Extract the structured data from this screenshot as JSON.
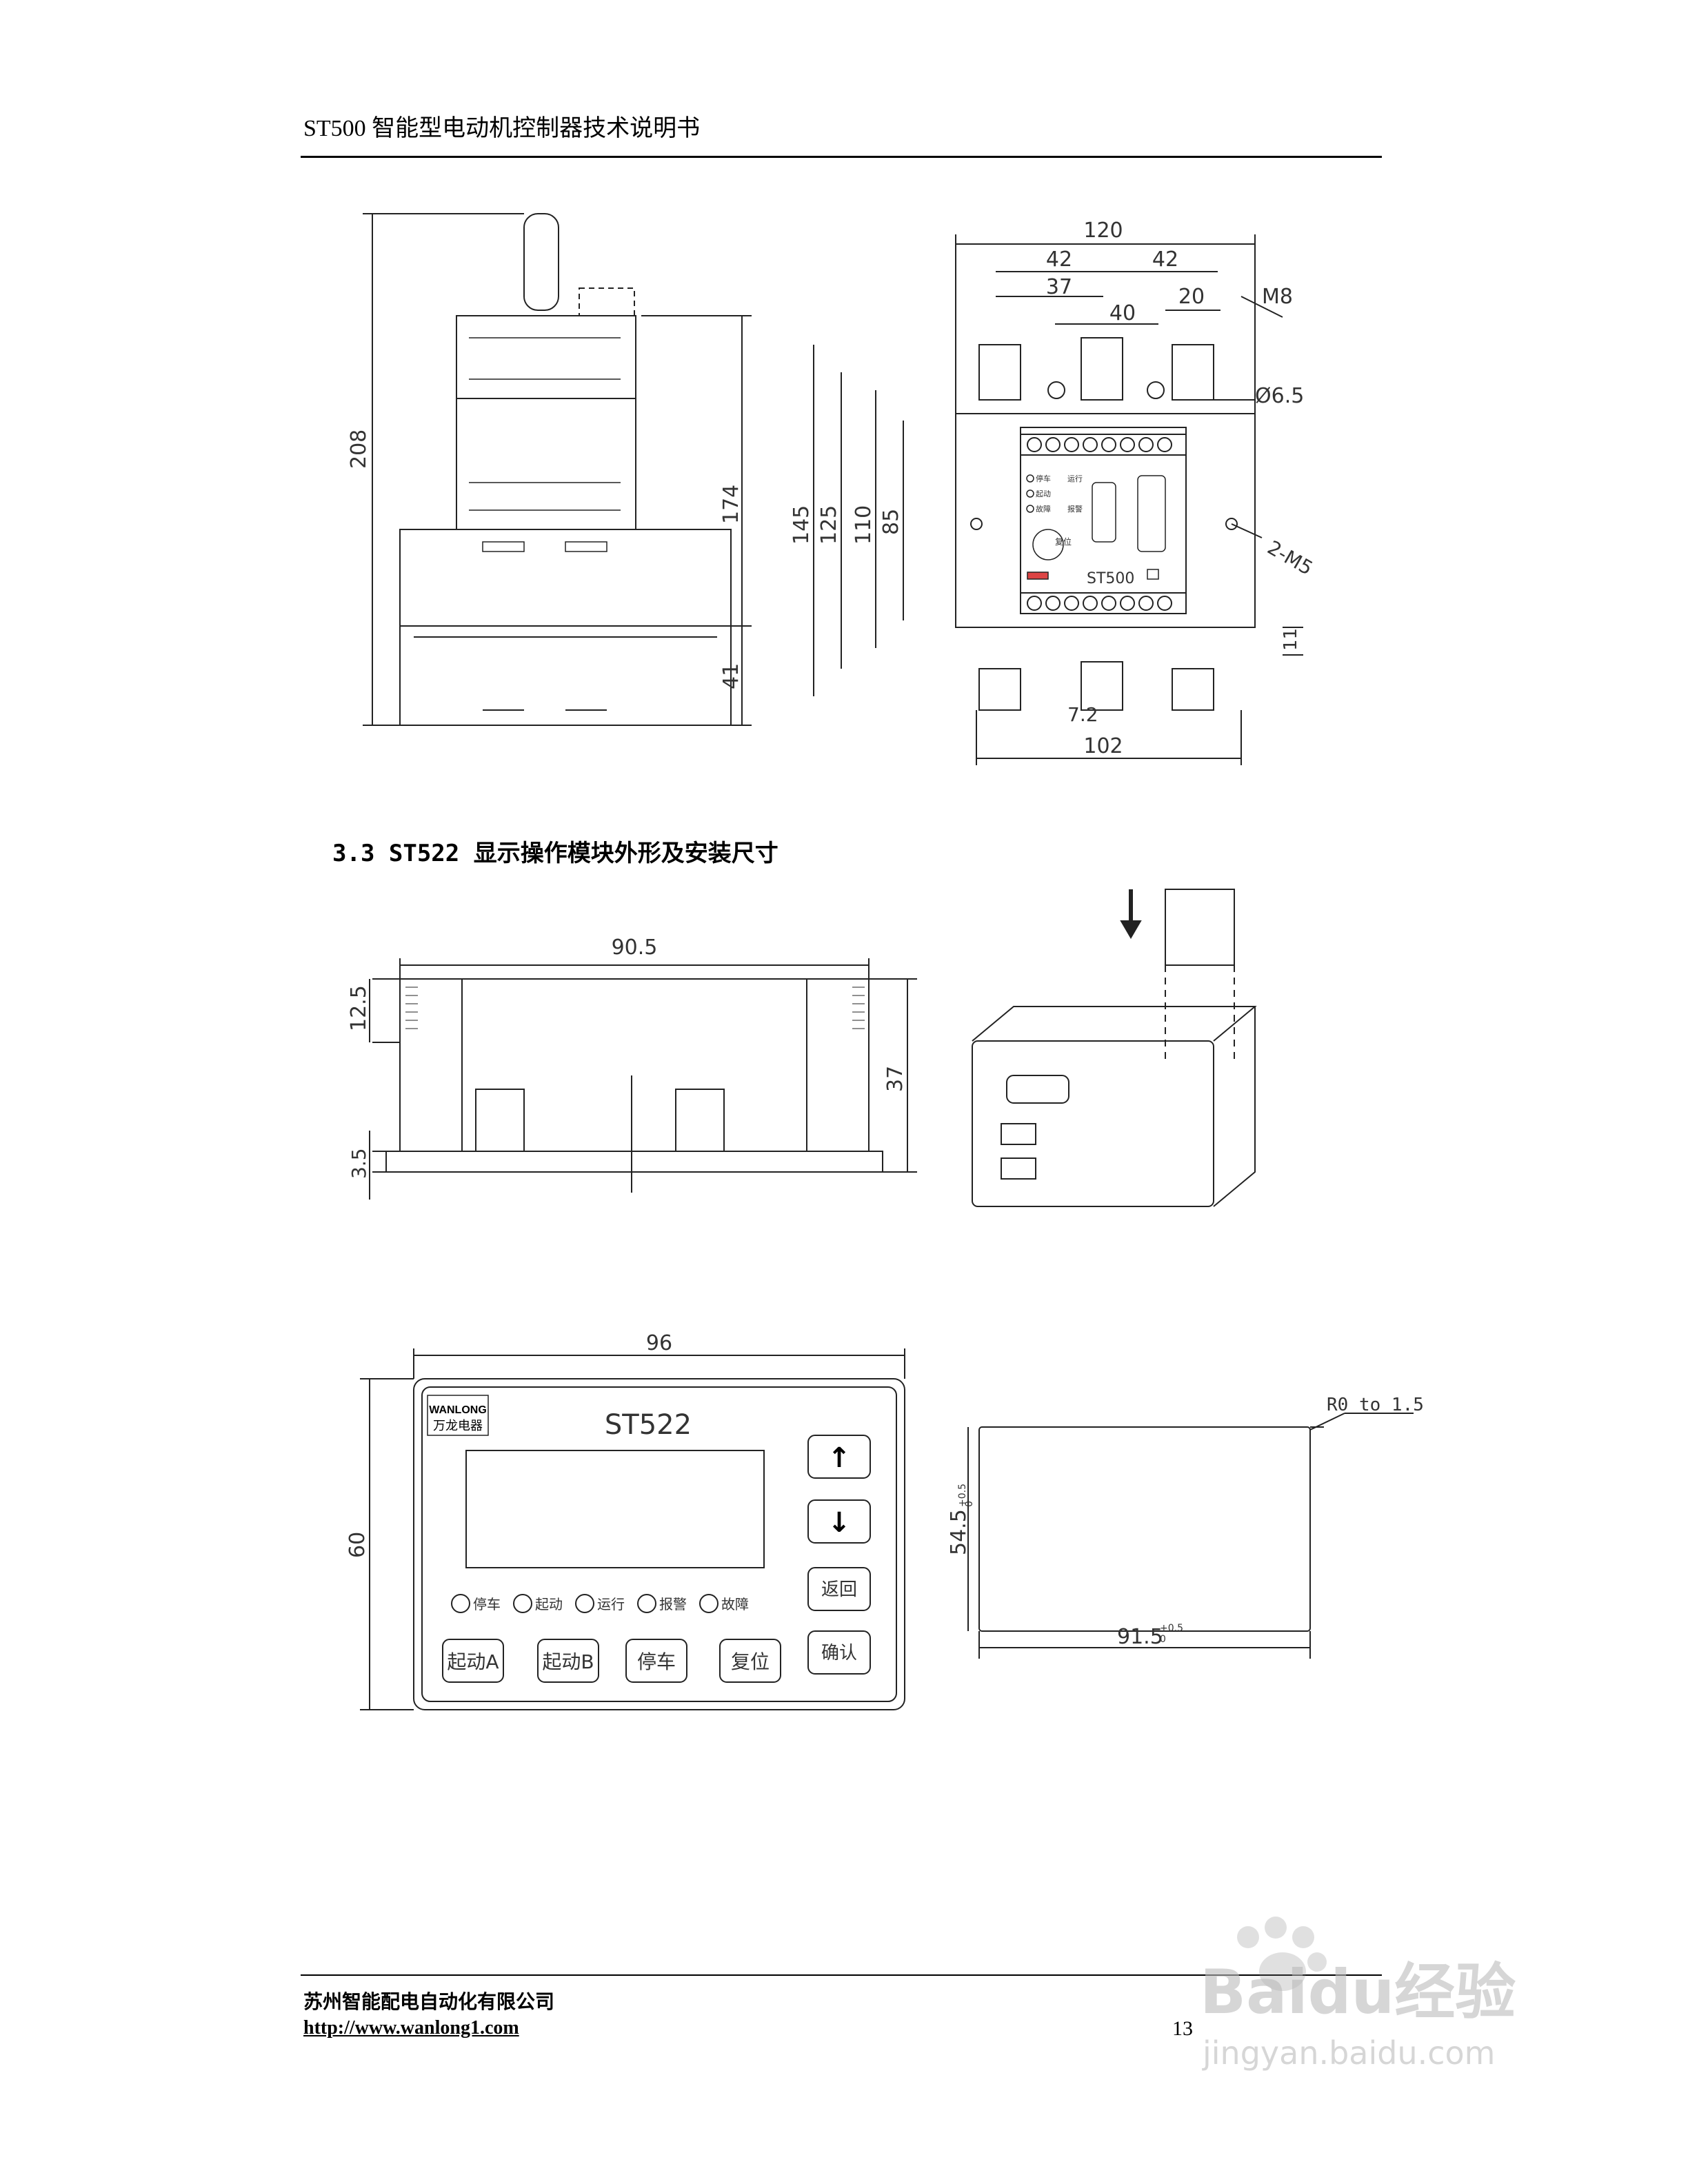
{
  "header": {
    "title": "ST500 智能型电动机控制器技术说明书"
  },
  "section": {
    "heading": "3.3  ST522 显示操作模块外形及安装尺寸"
  },
  "drawing_top": {
    "side_dims": {
      "height_total": "208",
      "height_body": "174",
      "foot": "41"
    },
    "front_dims": {
      "width": "120",
      "spacing_a": "42",
      "spacing_b": "42",
      "pitch_37": "37",
      "pitch_40": "40",
      "pitch_20": "20",
      "h145": "145",
      "h125": "125",
      "h110": "110",
      "h85": "85",
      "h11": "11",
      "w7_2": "7.2",
      "w102": "102",
      "m8": "M8",
      "hole": "Ø6.5",
      "m5": "2-M5"
    },
    "device": {
      "model": "ST500",
      "leds": [
        "停车",
        "运行",
        "起动",
        "",
        "故障",
        "报警"
      ],
      "reset": "复位"
    }
  },
  "drawing_module": {
    "width": "90.5",
    "h12_5": "12.5",
    "h37": "37",
    "h3_5": "3.5"
  },
  "panel": {
    "width": "96",
    "height": "60",
    "model": "ST522",
    "brand": "WANLONG",
    "brand_cn": "万龙电器",
    "indicators": [
      "停车",
      "起动",
      "运行",
      "报警",
      "故障"
    ],
    "buttons": [
      "起动A",
      "起动B",
      "停车",
      "复位"
    ],
    "side_buttons": {
      "up": "↑",
      "down": "↓",
      "back": "返回",
      "confirm": "确认"
    }
  },
  "cutout": {
    "radius": "R0 to 1.5",
    "height": "54.5",
    "width": "91.5",
    "tol": "+0.5",
    "tol_low": "0"
  },
  "footer": {
    "company": "苏州智能配电自动化有限公司",
    "url": "http://www.wanlong1.com",
    "page": "13"
  },
  "watermark": {
    "brand": "Baidu经验",
    "site": "jingyan.baidu.com"
  }
}
